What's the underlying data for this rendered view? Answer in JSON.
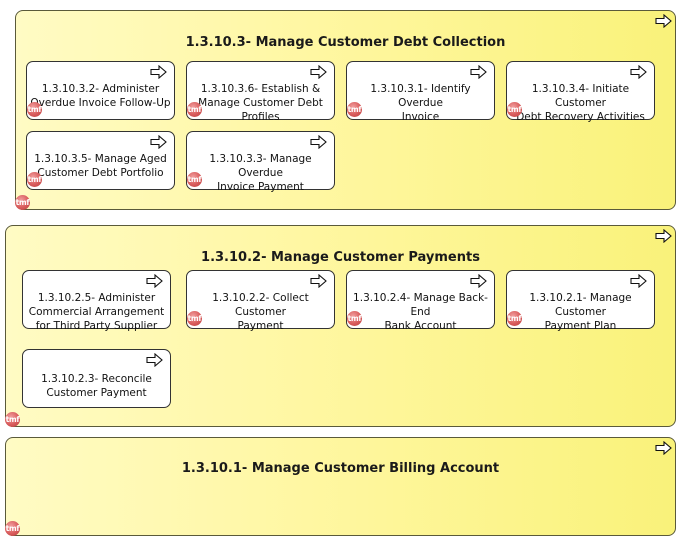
{
  "groups": [
    {
      "title": "1.3.10.3- Manage Customer Debt Collection",
      "boxes": [
        "1.3.10.3.2- Administer\nOverdue Invoice Follow-Up",
        "1.3.10.3.6- Establish &\nManage Customer Debt\nProfiles",
        "1.3.10.3.1- Identify Overdue\nInvoice",
        "1.3.10.3.4- Initiate Customer\nDebt Recovery Activities",
        "1.3.10.3.5- Manage Aged\nCustomer Debt Portfolio",
        "1.3.10.3.3- Manage Overdue\nInvoice Payment"
      ]
    },
    {
      "title": "1.3.10.2- Manage Customer Payments",
      "boxes": [
        "1.3.10.2.5- Administer\nCommercial Arrangement\nfor Third Party Supplier",
        "1.3.10.2.2- Collect Customer\nPayment",
        "1.3.10.2.4- Manage Back-End\nBank Account",
        "1.3.10.2.1- Manage Customer\nPayment Plan",
        "1.3.10.2.3- Reconcile\nCustomer Payment"
      ]
    },
    {
      "title": "1.3.10.1- Manage Customer Billing Account",
      "boxes": []
    }
  ],
  "icons": {
    "process": "arrow-icon",
    "tm": "tmf-icon",
    "tm_text": "tmf"
  }
}
